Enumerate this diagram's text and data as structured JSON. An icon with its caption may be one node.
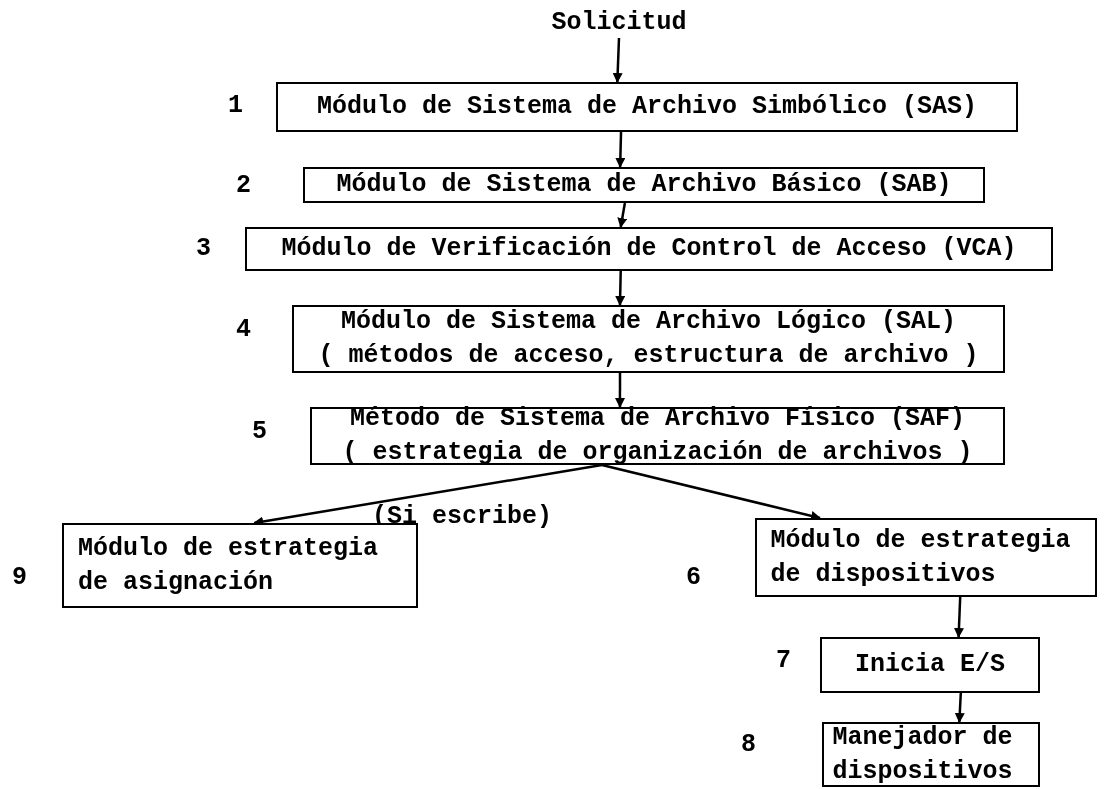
{
  "diagram": {
    "nodes": [
      {
        "text": [
          "Solicitud"
        ]
      },
      {
        "text": [
          "Módulo de Sistema de Archivo Simbólico (SAS)"
        ],
        "beside": [
          "1"
        ]
      },
      {
        "text": [
          "Módulo de Sistema de Archivo Básico (SAB)"
        ],
        "beside": [
          "2"
        ]
      },
      {
        "text": [
          "Módulo de Verificación de Control de Acceso (VCA)"
        ],
        "beside": [
          "3"
        ]
      },
      {
        "text": [
          "Módulo de Sistema de Archivo Lógico (SAL)",
          "( métodos de acceso, estructura de archivo )"
        ],
        "beside": [
          "4"
        ]
      },
      {
        "text": [
          "Método de Sistema de Archivo Físico (SAF)",
          "( estrategia de organización de archivos )"
        ],
        "beside": [
          "5"
        ]
      },
      {
        "text": [
          "Módulo de estrategia de asignación"
        ],
        "beside": [
          "9"
        ]
      },
      {
        "text": [
          "Módulo de estrategia de dispositivos"
        ],
        "beside": [
          "6"
        ]
      },
      {
        "text": [
          "Inicia E/S"
        ],
        "beside": [
          "7"
        ]
      },
      {
        "text": [
          "Manejador de dispositivos"
        ],
        "beside": [
          "8"
        ]
      }
    ],
    "edges": [
      {
        "from": 0,
        "to": 1,
        "arrow": "to"
      },
      {
        "from": 1,
        "to": 2,
        "arrow": "to"
      },
      {
        "from": 2,
        "to": 3,
        "arrow": "to"
      },
      {
        "from": 3,
        "to": 4,
        "arrow": "to"
      },
      {
        "from": 4,
        "to": 5,
        "arrow": "to"
      },
      {
        "from": 5,
        "to": 6,
        "arrow": "to",
        "label": "(Si escribe)"
      },
      {
        "from": 5,
        "to": 7,
        "arrow": "to"
      },
      {
        "from": 7,
        "to": 8,
        "arrow": "to"
      },
      {
        "from": 8,
        "to": 9,
        "arrow": "to"
      }
    ]
  }
}
